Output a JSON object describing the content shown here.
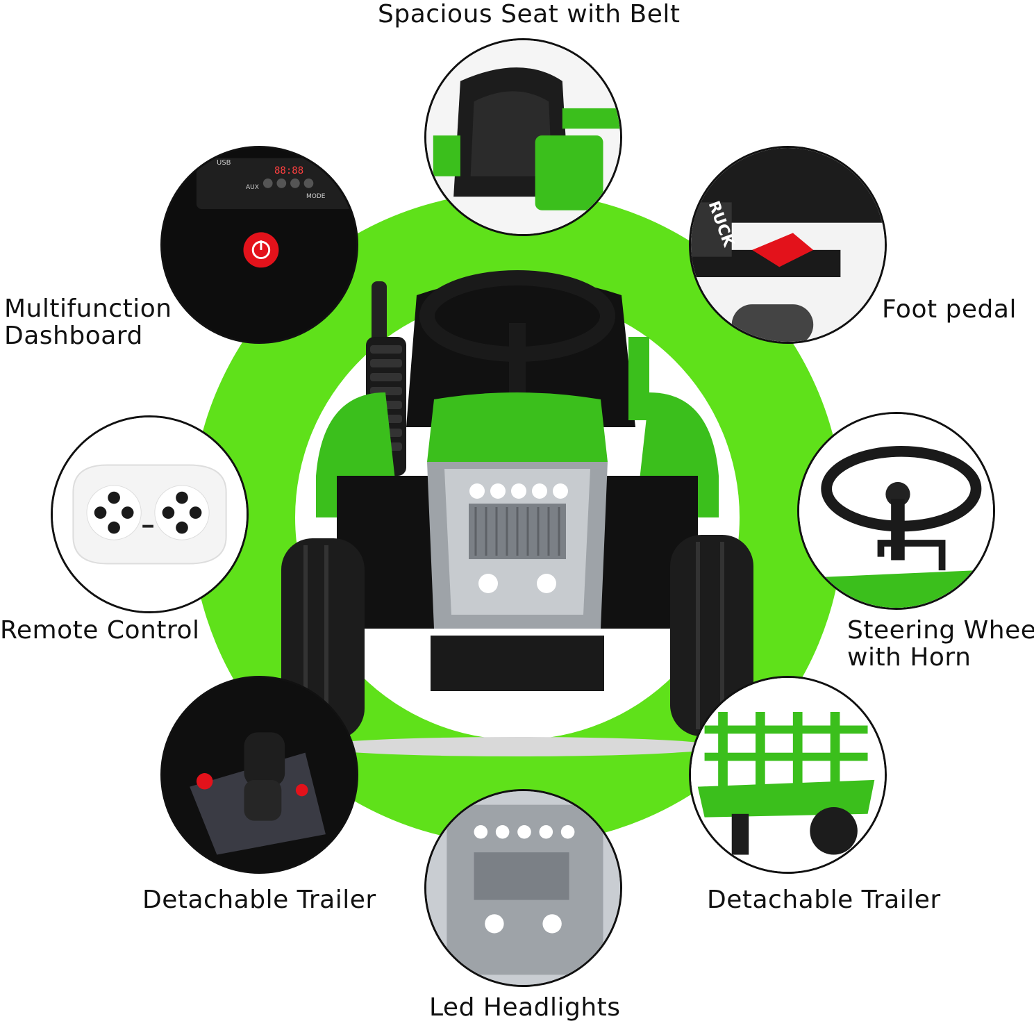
{
  "colors": {
    "ring_green": "#5fe11a",
    "tractor_green": "#3bbf1c",
    "outline": "#111111",
    "headlight": "#eaf4ff",
    "button_red": "#e3121b"
  },
  "features": {
    "seat": {
      "label": "Spacious Seat with Belt",
      "icon": "seat-icon"
    },
    "dashboard": {
      "label_line1": "Multifunction",
      "label_line2": "Dashboard",
      "icon": "dashboard-icon"
    },
    "pedal": {
      "label": "Foot pedal",
      "icon": "pedal-icon"
    },
    "remote": {
      "label": "Remote Control",
      "icon": "remote-icon"
    },
    "steering": {
      "label_line1": "Steering Wheel",
      "label_line2": "with Horn",
      "icon": "steering-wheel-icon"
    },
    "trailer_left": {
      "label": "Detachable Trailer",
      "icon": "gear-shift-icon"
    },
    "trailer_right": {
      "label": "Detachable Trailer",
      "icon": "trailer-icon"
    },
    "headlights": {
      "label": "Led Headlights",
      "icon": "headlight-icon"
    }
  },
  "dashboard_panel": {
    "usb": "USB",
    "aux": "AUX",
    "mode": "MODE",
    "display": "88:88"
  },
  "pedal_sticker": "RUCK"
}
